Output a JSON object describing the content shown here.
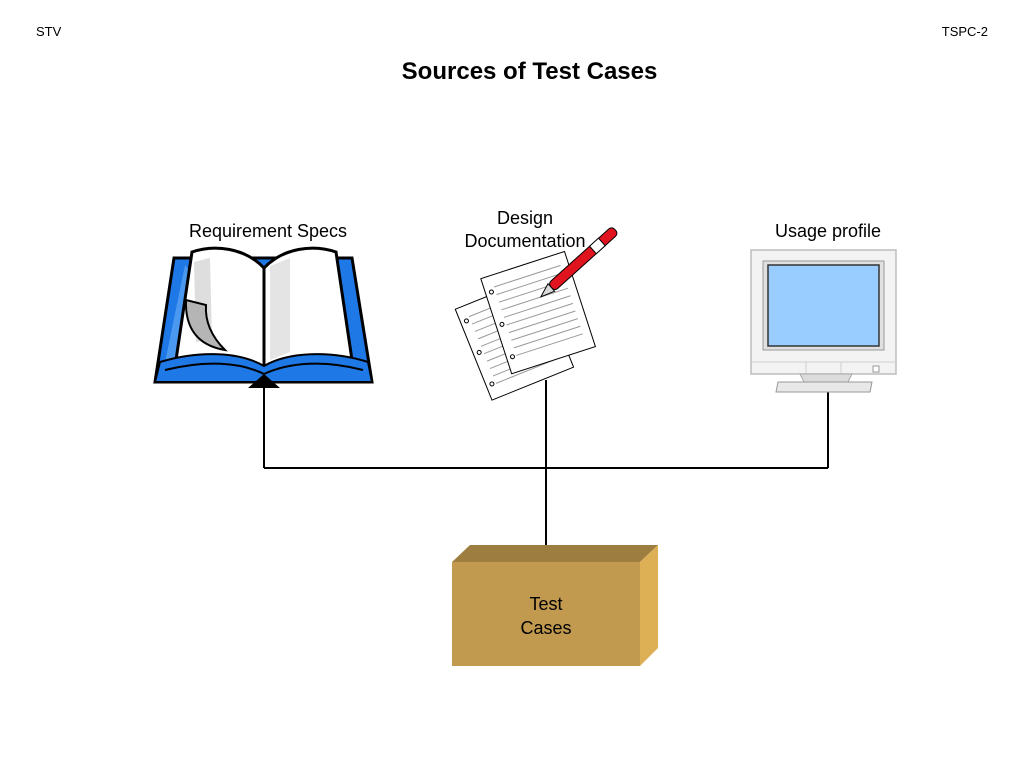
{
  "header": {
    "left": "STV",
    "right": "TSPC-2"
  },
  "title": "Sources of Test Cases",
  "sources": {
    "requirements": "Requirement Specs",
    "design_line1": "Design",
    "design_line2": "Documentation",
    "usage": "Usage profile"
  },
  "target": {
    "line1": "Test",
    "line2": "Cases"
  },
  "colors": {
    "book_blue": "#1e78e6",
    "monitor_screen": "#99ccff",
    "box_front": "#c19a50",
    "box_top": "#9e7e40",
    "box_side": "#deb055",
    "pen_red": "#e0141e"
  },
  "icons": [
    "open-book-icon",
    "documents-with-pen-icon",
    "computer-monitor-icon"
  ]
}
